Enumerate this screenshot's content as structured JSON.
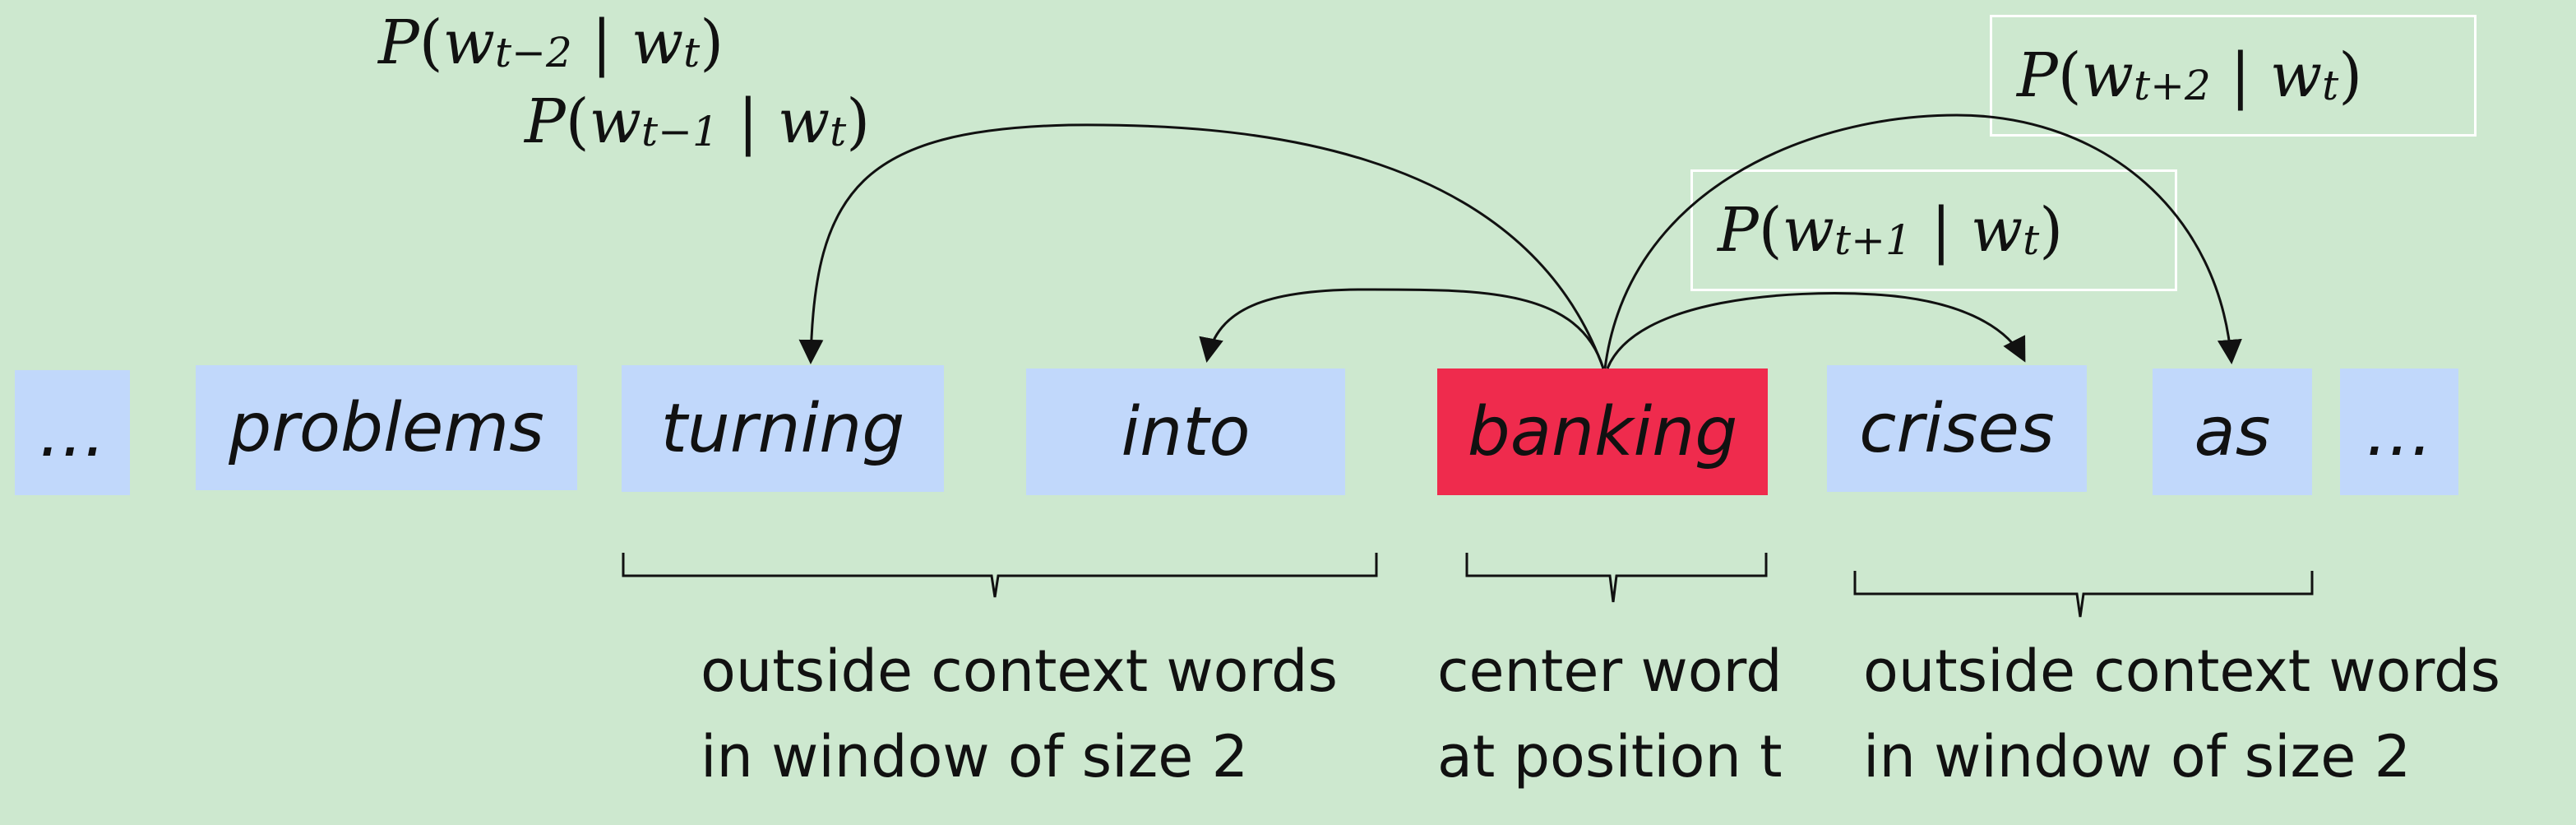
{
  "words": [
    {
      "id": "ellipsis-left",
      "text": "…"
    },
    {
      "id": "problems",
      "text": "problems"
    },
    {
      "id": "turning",
      "text": "turning"
    },
    {
      "id": "into",
      "text": "into"
    },
    {
      "id": "banking",
      "text": "banking"
    },
    {
      "id": "crises",
      "text": "crises"
    },
    {
      "id": "as",
      "text": "as"
    },
    {
      "id": "ellipsis-right",
      "text": "…"
    }
  ],
  "probabilities": {
    "t_minus_2": {
      "p": "P",
      "w": "w",
      "sub": "t−2",
      "bar": "|",
      "cond": "w",
      "cond_sub": "t"
    },
    "t_minus_1": {
      "p": "P",
      "w": "w",
      "sub": "t−1",
      "bar": "|",
      "cond": "w",
      "cond_sub": "t"
    },
    "t_plus_1": {
      "p": "P",
      "w": "w",
      "sub": "t+1",
      "bar": "|",
      "cond": "w",
      "cond_sub": "t"
    },
    "t_plus_2": {
      "p": "P",
      "w": "w",
      "sub": "t+2",
      "bar": "|",
      "cond": "w",
      "cond_sub": "t"
    }
  },
  "captions": {
    "left": {
      "line1": "outside context words",
      "line2": "in window of size 2"
    },
    "center": {
      "line1": "center word",
      "line2": "at position t"
    },
    "right": {
      "line1": "outside context words",
      "line2": "in window of size 2"
    }
  },
  "colors": {
    "background": "#cde8cf",
    "word_box": "#c1d8fb",
    "center_word_box": "#ef2b4d",
    "stroke": "#111111",
    "label_border": "#ffffff"
  }
}
